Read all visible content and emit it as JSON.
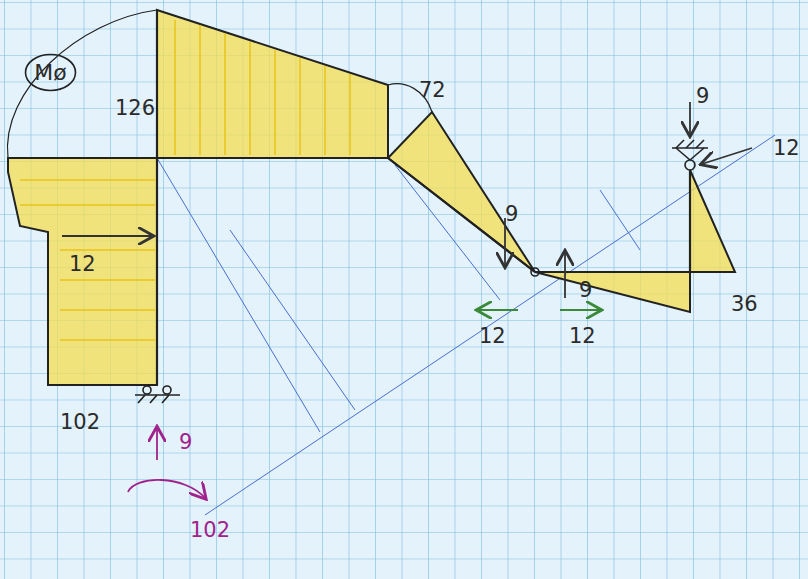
{
  "diagram": {
    "nodes": [
      {
        "text": [
          "Mø"
        ]
      }
    ],
    "labels": [
      "126",
      "72",
      "9",
      "12",
      "12",
      "9",
      "9",
      "36",
      "12",
      "12",
      "102",
      "9",
      "102"
    ]
  }
}
